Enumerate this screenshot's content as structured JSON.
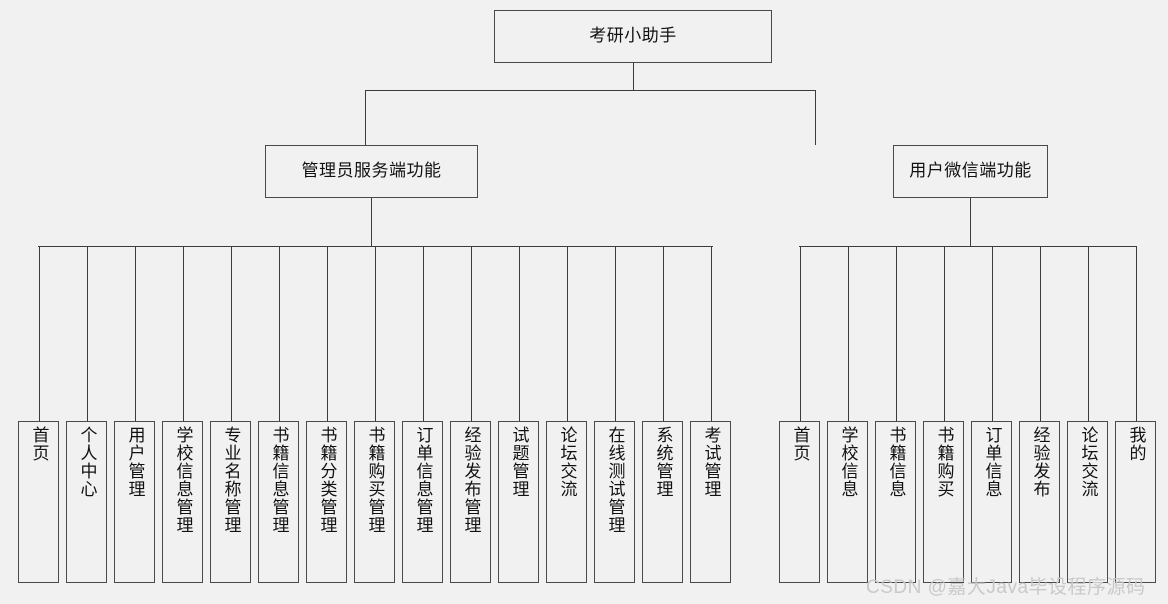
{
  "diagram": {
    "title": "考研小助手",
    "type": "function-structure-tree",
    "root": {
      "label": "考研小助手"
    },
    "branches": [
      {
        "id": "admin",
        "label": "管理员服务端功能",
        "leaves": [
          {
            "label": "首页"
          },
          {
            "label": "个人中心"
          },
          {
            "label": "用户管理"
          },
          {
            "label": "学校信息管理"
          },
          {
            "label": "专业名称管理"
          },
          {
            "label": "书籍信息管理"
          },
          {
            "label": "书籍分类管理"
          },
          {
            "label": "书籍购买管理"
          },
          {
            "label": "订单信息管理"
          },
          {
            "label": "经验发布管理"
          },
          {
            "label": "试题管理"
          },
          {
            "label": "论坛交流"
          },
          {
            "label": "在线测试管理"
          },
          {
            "label": "系统管理"
          },
          {
            "label": "考试管理"
          }
        ]
      },
      {
        "id": "wechat",
        "label": "用户微信端功能",
        "leaves": [
          {
            "label": "首页"
          },
          {
            "label": "学校信息"
          },
          {
            "label": "书籍信息"
          },
          {
            "label": "书籍购买"
          },
          {
            "label": "订单信息"
          },
          {
            "label": "经验发布"
          },
          {
            "label": "论坛交流"
          },
          {
            "label": "我的"
          }
        ]
      }
    ],
    "watermark": "CSDN @嘉大Java毕设程序源码",
    "colors": {
      "background": "#f1f1f1",
      "border": "#4a4a4a",
      "line": "#3c3c3c",
      "text": "#111111",
      "watermark": "#c9c9c9"
    }
  }
}
